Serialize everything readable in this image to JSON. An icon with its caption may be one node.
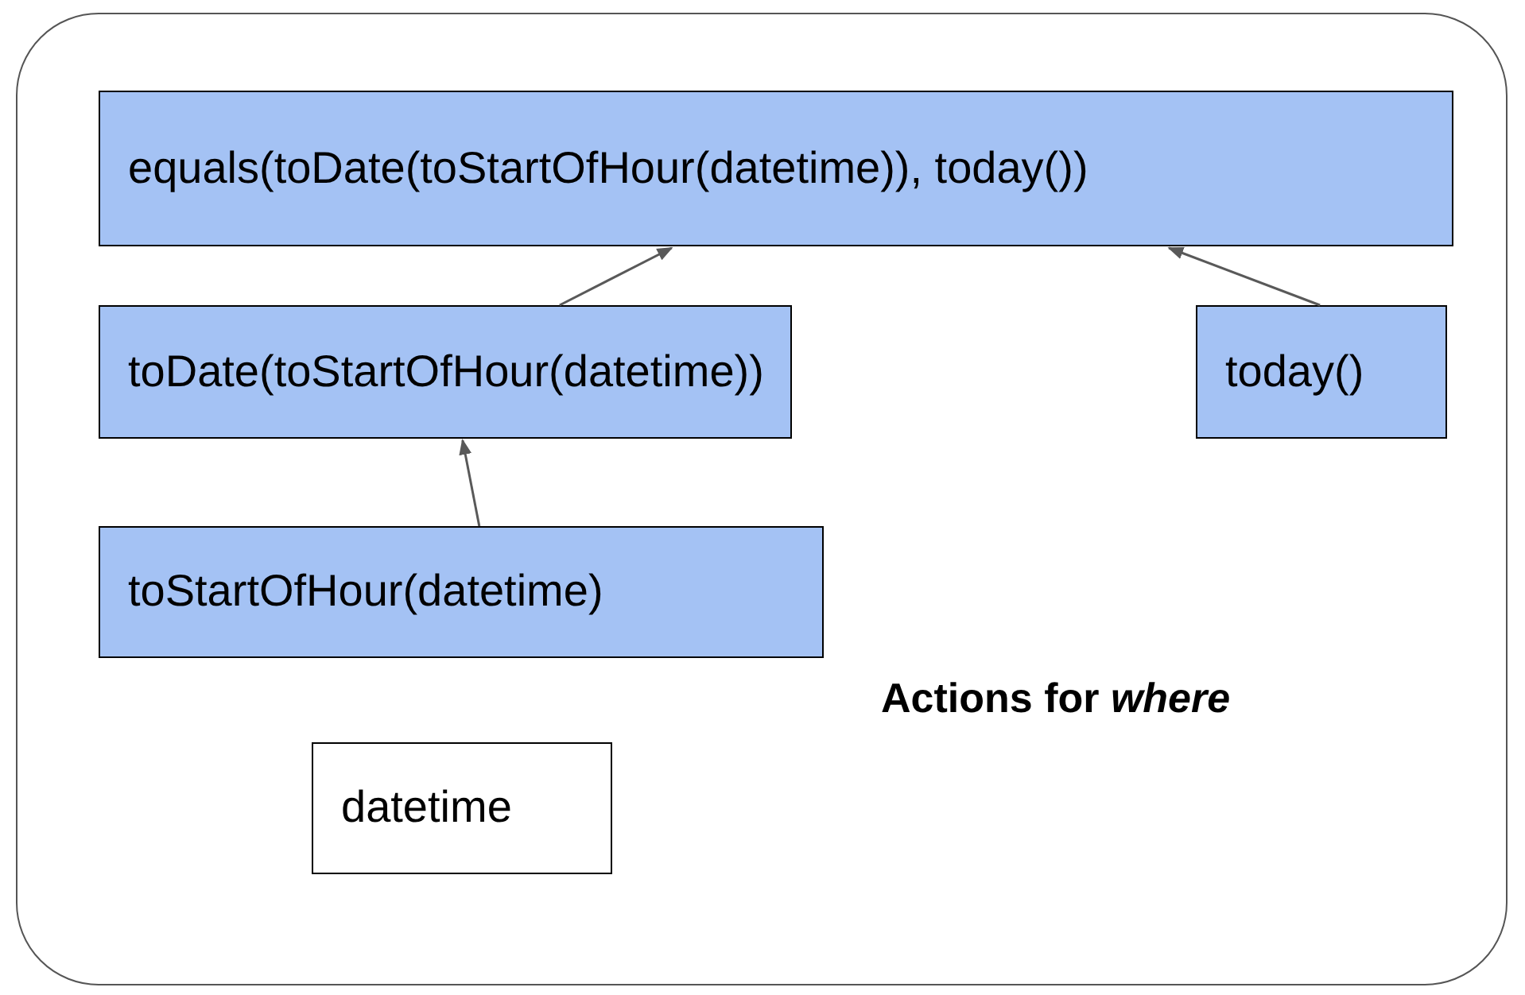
{
  "diagram": {
    "nodes": [
      {
        "text": [
          "Actions for *where*"
        ]
      },
      {
        "text": [
          "equals(toDate(toStartOfHour(datetime)), today())"
        ],
        "in": 0
      },
      {
        "text": [
          "toDate(toStartOfHour(datetime))"
        ],
        "in": 0
      },
      {
        "text": [
          "today()"
        ],
        "in": 0
      },
      {
        "text": [
          "toStartOfHour(datetime)"
        ],
        "in": 0
      },
      {
        "text": [
          "datetime"
        ],
        "in": 0
      }
    ],
    "edges": [
      {
        "from": 2,
        "to": 1,
        "arrow": "to"
      },
      {
        "from": 3,
        "to": 1,
        "arrow": "to"
      },
      {
        "from": 4,
        "to": 2,
        "arrow": "to"
      }
    ]
  }
}
